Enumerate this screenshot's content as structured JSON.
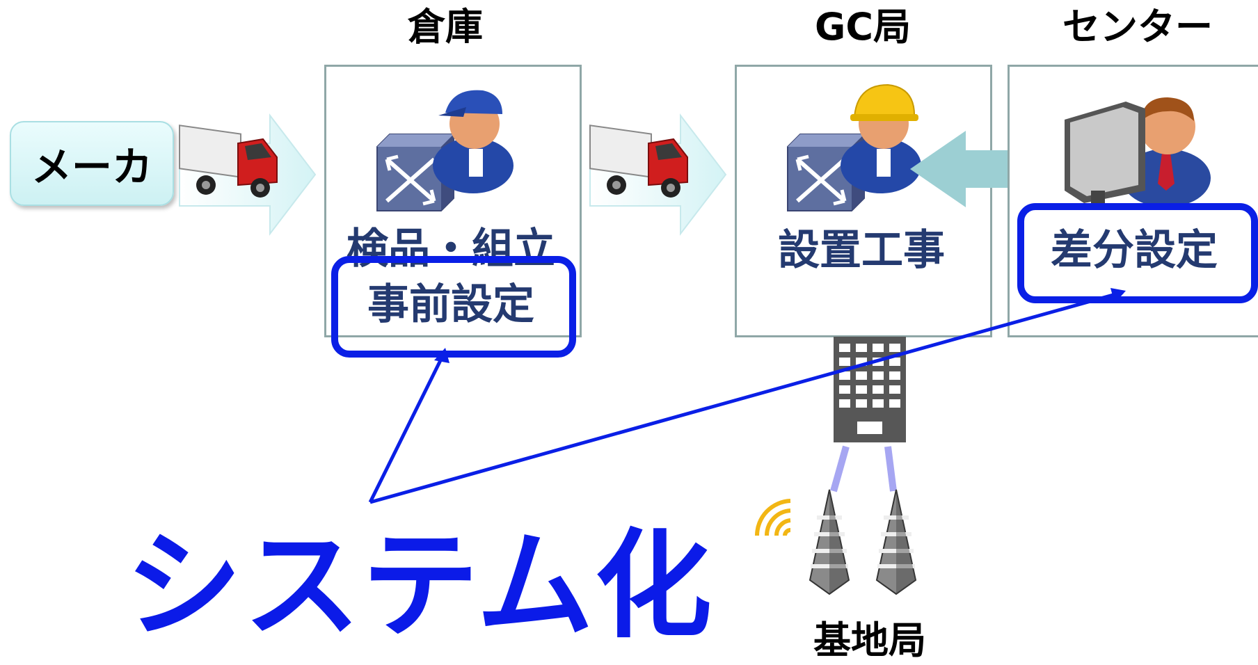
{
  "headings": {
    "warehouse": "倉庫",
    "gc": "GC局",
    "center": "センター"
  },
  "maker": "メーカ",
  "warehouse_panel": {
    "line1": "検品・組立",
    "line2": "事前設定"
  },
  "gc_panel": {
    "label": "設置工事"
  },
  "center_panel": {
    "label": "差分設定"
  },
  "system_label": "システム化",
  "base_station": "基地局",
  "colors": {
    "highlight": "#0a1fe6",
    "navy_text": "#243a70",
    "panel_border": "#8fa7a7",
    "arrow_teal": "#9ccfd3"
  },
  "icons": [
    "delivery-truck-icon",
    "network-switch-icon",
    "worker-cap-icon",
    "worker-hardhat-icon",
    "operator-computer-icon",
    "building-icon",
    "antenna-tower-icon",
    "wireless-signal-icon"
  ]
}
